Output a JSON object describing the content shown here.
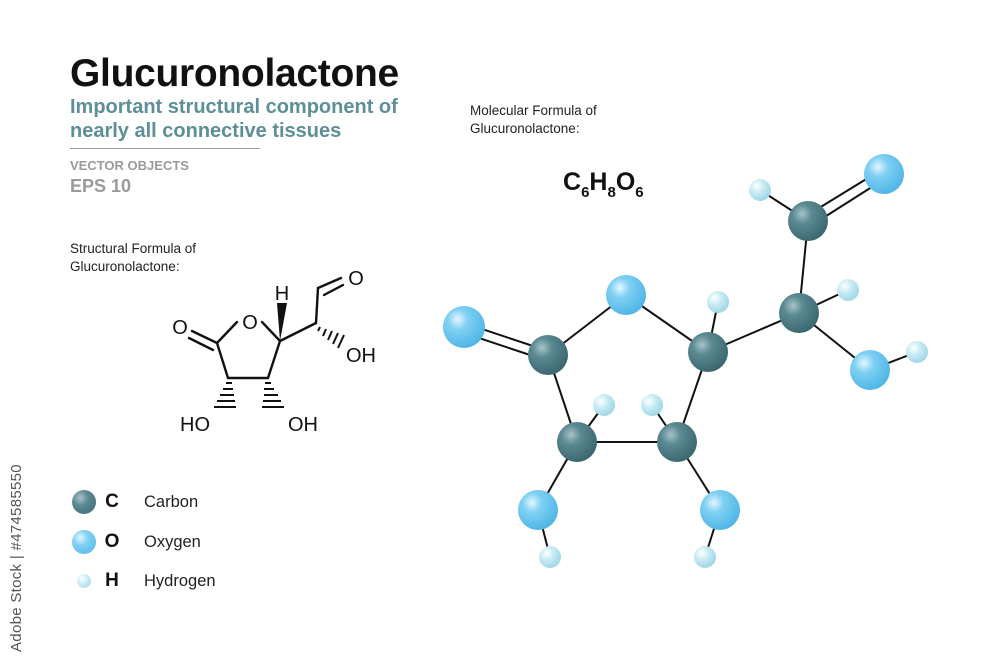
{
  "title": "Glucuronolactone",
  "subtitle": "Important structural component of nearly all connective tissues",
  "vector_objects": "VECTOR OBJECTS",
  "eps": "EPS 10",
  "structural_label": "Structural  Formula of Glucuronolactone:",
  "molecular_label": "Molecular Formula of Glucuronolactone:",
  "formula": {
    "c": "C",
    "c_n": "6",
    "h": "H",
    "h_n": "8",
    "o": "O",
    "o_n": "6"
  },
  "structure_atoms": {
    "o_ring": "O",
    "o_carbonyl": "O",
    "h_top": "H",
    "o_aldehyde": "O",
    "oh_right": "OH",
    "ho_left": "HO",
    "oh_bottom": "OH"
  },
  "legend": [
    {
      "symbol": "C",
      "name": "Carbon",
      "color": "#4f7f89"
    },
    {
      "symbol": "O",
      "name": "Oxygen",
      "color": "#6fc8ee"
    },
    {
      "symbol": "H",
      "name": "Hydrogen",
      "color": "#bfe6f2"
    }
  ],
  "watermark_side": "Adobe Stock | #474585550"
}
